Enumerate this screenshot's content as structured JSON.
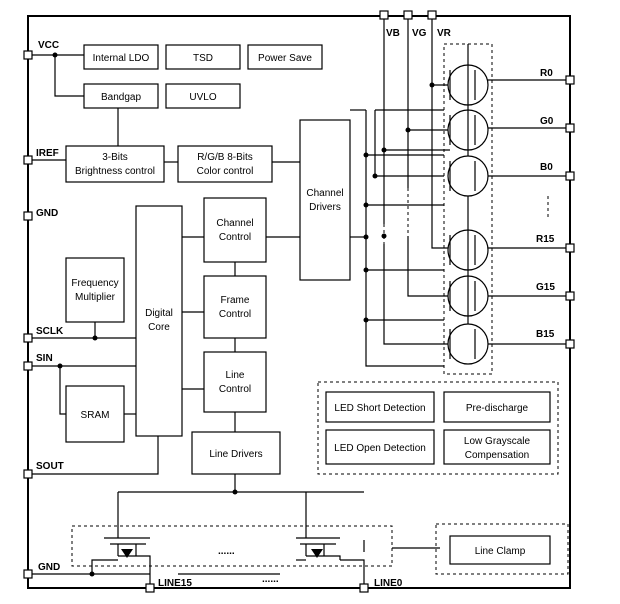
{
  "pins": {
    "vcc": "VCC",
    "iref": "IREF",
    "gnd_left": "GND",
    "sclk": "SCLK",
    "sin": "SIN",
    "sout": "SOUT",
    "gnd_bottom": "GND",
    "vb": "VB",
    "vg": "VG",
    "vr": "VR",
    "r0": "R0",
    "g0": "G0",
    "b0": "B0",
    "r15": "R15",
    "g15": "G15",
    "b15": "B15",
    "line15": "LINE15",
    "line0": "LINE0"
  },
  "blocks": {
    "internal_ldo": "Internal LDO",
    "tsd": "TSD",
    "power_save": "Power Save",
    "bandgap": "Bandgap",
    "uvlo": "UVLO",
    "brightness_1": "3-Bits",
    "brightness_2": "Brightness control",
    "color_1": "R/G/B 8-Bits",
    "color_2": "Color control",
    "channel_drivers_1": "Channel",
    "channel_drivers_2": "Drivers",
    "channel_control_1": "Channel",
    "channel_control_2": "Control",
    "frame_control_1": "Frame",
    "frame_control_2": "Control",
    "line_control_1": "Line",
    "line_control_2": "Control",
    "freq_mult_1": "Frequency",
    "freq_mult_2": "Multiplier",
    "digital_core_1": "Digital",
    "digital_core_2": "Core",
    "sram": "SRAM",
    "line_drivers": "Line Drivers",
    "led_short": "LED Short Detection",
    "pre_discharge": "Pre-discharge",
    "led_open": "LED Open Detection",
    "low_gray_1": "Low Grayscale",
    "low_gray_2": "Compensation",
    "line_clamp": "Line Clamp",
    "switch_ellipsis": "......",
    "line_ellipsis": "......"
  }
}
